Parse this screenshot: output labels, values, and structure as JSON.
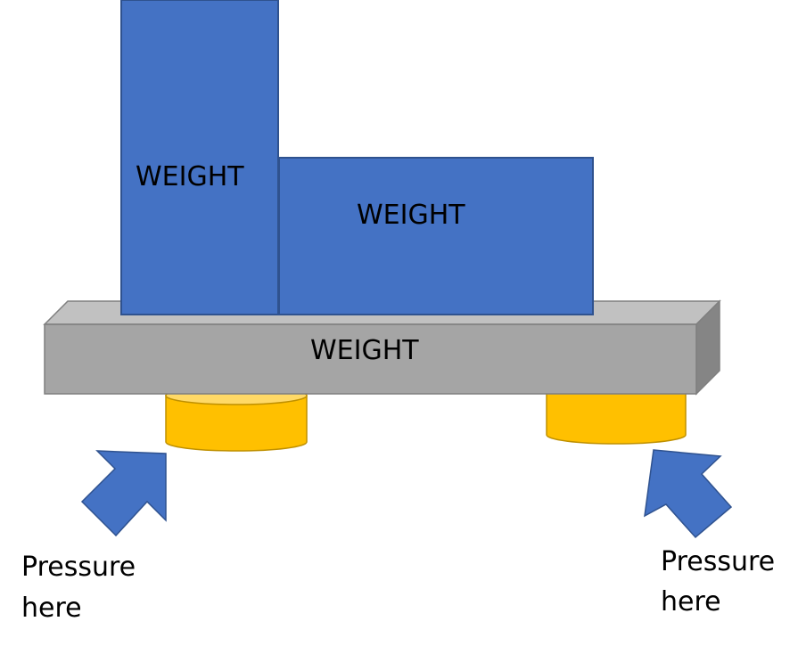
{
  "colors": {
    "weight_block": "#4472c4",
    "weight_block_border": "#2f528f",
    "beam_front": "#a5a5a5",
    "beam_top": "#c1c1c1",
    "beam_side": "#858585",
    "beam_border": "#7f7f7f",
    "support": "#ffc000",
    "support_top": "#ffd966",
    "support_border": "#bf9000",
    "arrow": "#4472c4",
    "arrow_border": "#2f528f"
  },
  "blocks": {
    "tall_label": "WEIGHT",
    "wide_label": "WEIGHT",
    "beam_label": "WEIGHT"
  },
  "annotations": {
    "left": {
      "line1": "Pressure",
      "line2": "here",
      "icon": "arrow-up-right-icon"
    },
    "right": {
      "line1": "Pressure",
      "line2": "here",
      "icon": "arrow-up-left-icon"
    }
  }
}
